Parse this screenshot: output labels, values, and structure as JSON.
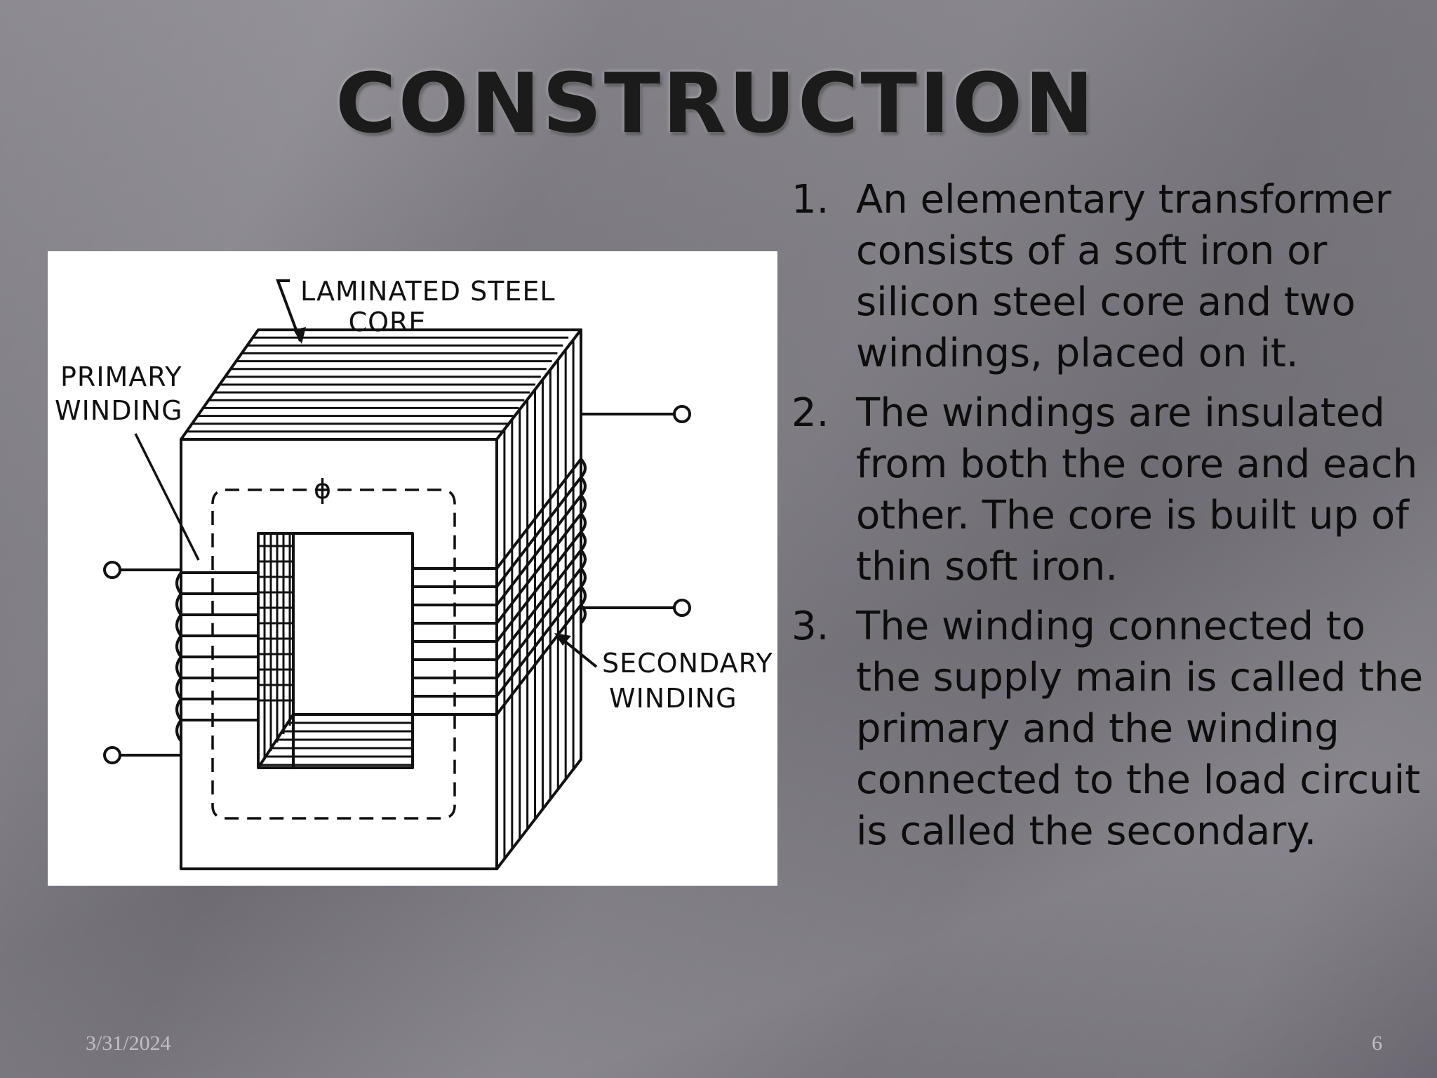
{
  "slide": {
    "title": "CONSTRUCTION",
    "points": [
      {
        "number": "1.",
        "text": "An elementary transformer consists of a soft iron or silicon steel core and two windings, placed on it."
      },
      {
        "number": "2.",
        "text": "The windings are insulated from both the core and each other. The core is built up of thin soft iron."
      },
      {
        "number": "3.",
        "text": "The winding connected to the supply main is called the primary and the winding connected to the load circuit is called the secondary."
      }
    ],
    "footer": {
      "date": "3/31/2024",
      "page": "6"
    }
  },
  "diagram": {
    "labels": {
      "core_line1": "LAMINATED STEEL",
      "core_line2": "CORE",
      "primary_line1": "PRIMARY",
      "primary_line2": "WINDING",
      "secondary_line1": "SECONDARY",
      "secondary_line2": "WINDING",
      "flux": "ϕ"
    }
  },
  "colors": {
    "background": "#7a777f",
    "title": "#1b1b1b",
    "body_text": "#0d0d0d",
    "footer_text": "#c2c0c6"
  }
}
